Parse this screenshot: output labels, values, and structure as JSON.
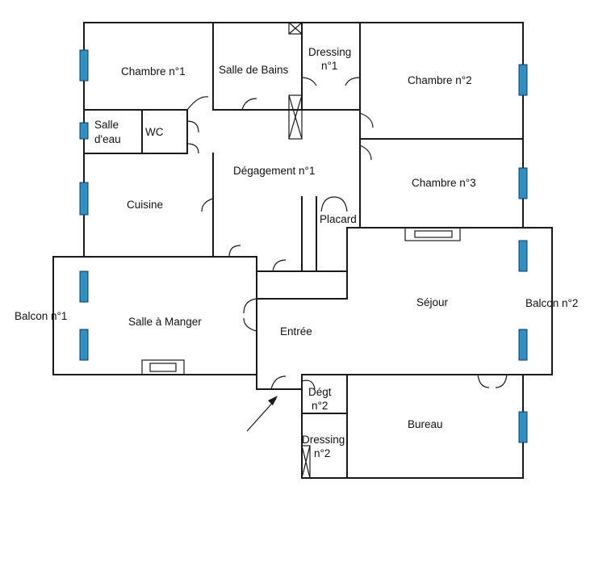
{
  "rooms": {
    "chambre1": "Chambre n°1",
    "salle_de_bains": "Salle de Bains",
    "dressing1_line1": "Dressing",
    "dressing1_line2": "n°1",
    "chambre2": "Chambre n°2",
    "salle_deau_line1": "Salle",
    "salle_deau_line2": "d'eau",
    "wc": "WC",
    "degagement1": "Dégagement n°1",
    "chambre3": "Chambre n°3",
    "cuisine": "Cuisine",
    "placard": "Placard",
    "sejour": "Séjour",
    "balcon1": "Balcon n°1",
    "salle_a_manger": "Salle à Manger",
    "entree": "Entrée",
    "balcon2": "Balcon n°2",
    "degt2_line1": "Dégt",
    "degt2_line2": "n°2",
    "bureau": "Bureau",
    "dressing2_line1": "Dressing",
    "dressing2_line2": "n°2"
  },
  "colors": {
    "window": "#2f8fc4",
    "wall": "#1a1a1a"
  }
}
